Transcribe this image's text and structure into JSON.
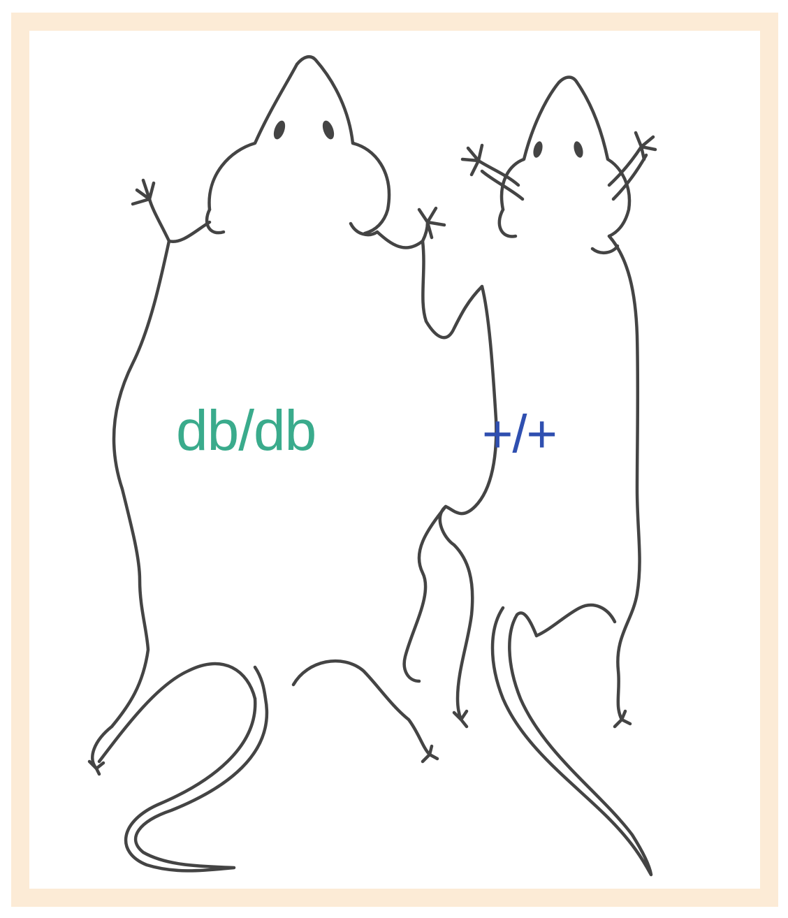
{
  "labels": {
    "obese": {
      "text": "db/db",
      "color": "#3aab8c"
    },
    "wild_type": {
      "text": "+/+",
      "color": "#2f4fb0"
    }
  },
  "colors": {
    "frame": "#fcebd6",
    "outline": "#444444",
    "background": "#ffffff"
  },
  "figures": [
    "obese-mouse-outline",
    "lean-mouse-outline"
  ]
}
